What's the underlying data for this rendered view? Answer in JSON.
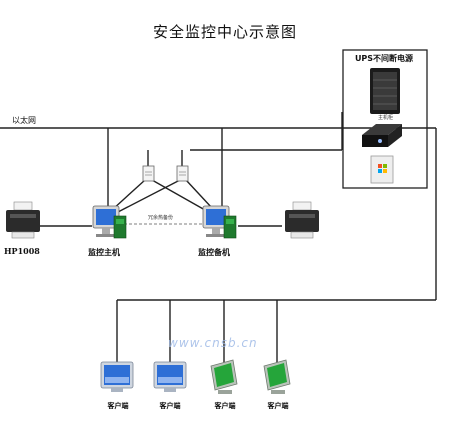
{
  "title": "安全监控中心示意图",
  "ups_label": "UPS不间断电源",
  "ethernet_label": "以太网",
  "host_small_label": "主机柜",
  "link_label": "冗余热备份",
  "nodes": {
    "printer_left": "HP1008",
    "main_host": "监控主机",
    "backup_host": "监控备机"
  },
  "clients": [
    "客户端",
    "客户端",
    "客户端",
    "客户端"
  ],
  "watermark": "www.cnsb.cn",
  "colors": {
    "line": "#222222",
    "screen_blue": "#2e6fd6",
    "screen_green": "#25a53a",
    "rack": "#1b1b1b"
  }
}
